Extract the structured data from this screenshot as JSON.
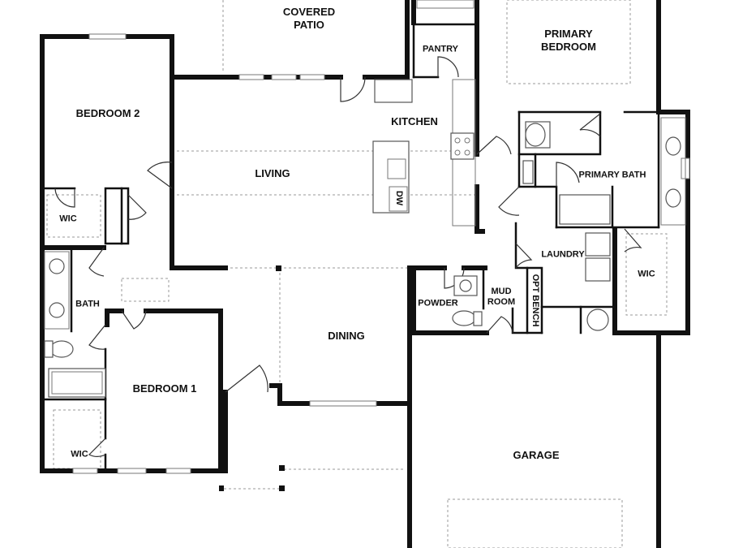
{
  "rooms": {
    "covered_patio": "COVERED\nPATIO",
    "primary_bedroom": "PRIMARY\nBEDROOM",
    "pantry": "PANTRY",
    "bedroom_2": "BEDROOM 2",
    "kitchen": "KITCHEN",
    "living": "LIVING",
    "dw": "DW",
    "primary_bath": "PRIMARY BATH",
    "wic_bedroom_2": "WIC",
    "laundry": "LAUNDRY",
    "wic_primary": "WIC",
    "bath": "BATH",
    "powder": "POWDER",
    "mud_room": "MUD\nROOM",
    "opt_bench": "OPT BENCH",
    "dining": "DINING",
    "bedroom_1": "BEDROOM 1",
    "wic_bedroom_1": "WIC",
    "garage": "GARAGE"
  }
}
